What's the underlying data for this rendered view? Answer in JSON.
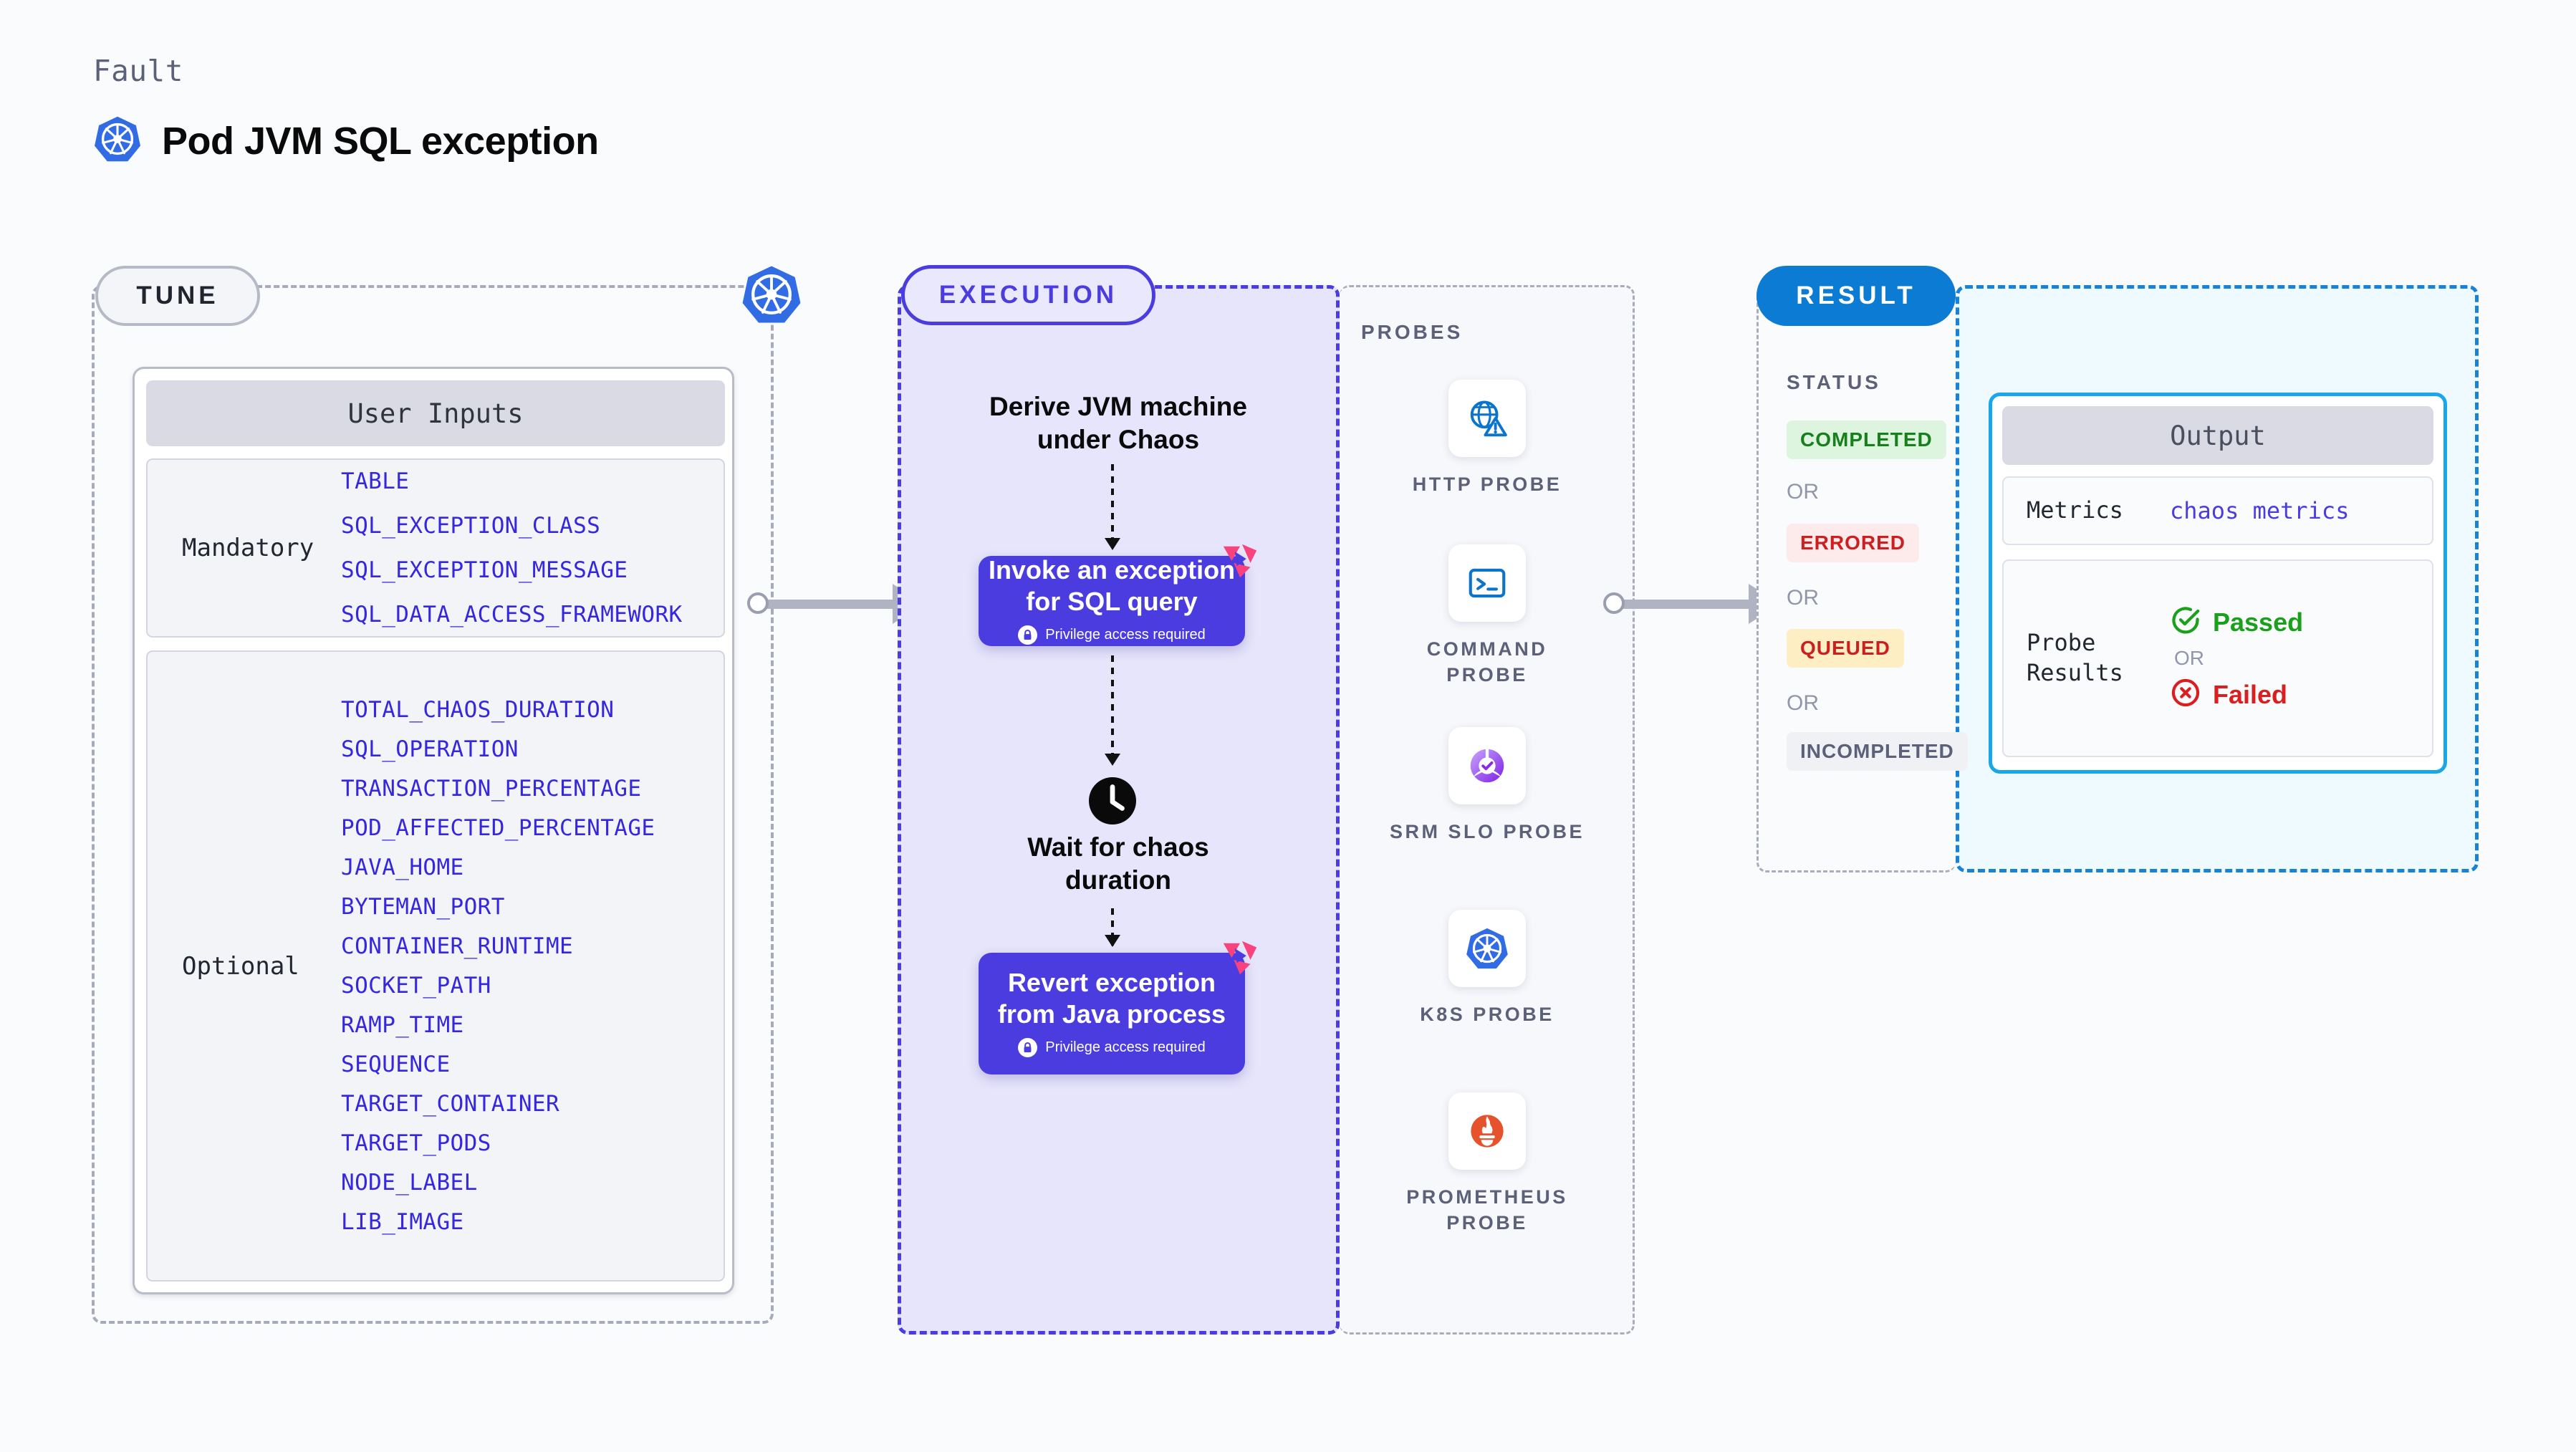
{
  "header": {
    "kind_label": "Fault",
    "title": "Pod JVM SQL exception",
    "icon": "kubernetes-icon"
  },
  "tune": {
    "pill_label": "TUNE",
    "badge_icon": "kubernetes-icon",
    "card_title": "User Inputs",
    "groups": [
      {
        "label": "Mandatory",
        "params": [
          "TABLE",
          "SQL_EXCEPTION_CLASS",
          "SQL_EXCEPTION_MESSAGE",
          "SQL_DATA_ACCESS_FRAMEWORK"
        ]
      },
      {
        "label": "Optional",
        "params": [
          "TOTAL_CHAOS_DURATION",
          "SQL_OPERATION",
          "TRANSACTION_PERCENTAGE",
          "POD_AFFECTED_PERCENTAGE",
          "JAVA_HOME",
          "BYTEMAN_PORT",
          "CONTAINER_RUNTIME",
          "SOCKET_PATH",
          "RAMP_TIME",
          "SEQUENCE",
          "TARGET_CONTAINER",
          "TARGET_PODS",
          "NODE_LABEL",
          "LIB_IMAGE"
        ]
      }
    ]
  },
  "execution": {
    "pill_label": "EXECUTION",
    "step1_text": "Derive JVM machine\nunder Chaos",
    "card1_title": "Invoke an exception\nfor SQL query",
    "card1_note": "Privilege access required",
    "wait_text": "Wait for chaos\nduration",
    "wait_icon": "clock-icon",
    "card2_title": "Revert exception\nfrom Java process",
    "card2_note": "Privilege access required",
    "corner_icon": "litmus-logo-icon",
    "lock_icon": "lock-icon"
  },
  "probes": {
    "section_label": "PROBES",
    "items": [
      {
        "label": "HTTP PROBE",
        "icon": "globe-warning-icon"
      },
      {
        "label": "COMMAND PROBE",
        "icon": "terminal-icon"
      },
      {
        "label": "SRM SLO PROBE",
        "icon": "slo-donut-check-icon"
      },
      {
        "label": "K8S PROBE",
        "icon": "kubernetes-icon"
      },
      {
        "label": "PROMETHEUS PROBE",
        "icon": "prometheus-icon"
      }
    ]
  },
  "result": {
    "pill_label": "RESULT",
    "status_label": "STATUS",
    "or_label": "OR",
    "statuses": [
      {
        "label": "COMPLETED",
        "bg": "#ddf5de",
        "fg": "#17801d"
      },
      {
        "label": "ERRORED",
        "bg": "#fdeaea",
        "fg": "#cc1f1f"
      },
      {
        "label": "QUEUED",
        "bg": "#fdeec3",
        "fg": "#cc1f1f"
      },
      {
        "label": "INCOMPLETED",
        "bg": "#f0f1f5",
        "fg": "#5c6179"
      }
    ],
    "output": {
      "card_title": "Output",
      "metrics_label": "Metrics",
      "metrics_value": "chaos metrics",
      "probe_results_label": "Probe\nResults",
      "passed_label": "Passed",
      "failed_label": "Failed",
      "or_label": "OR",
      "passed_icon": "check-circle-icon",
      "failed_icon": "x-circle-icon"
    }
  },
  "colors": {
    "accent_purple": "#4b3ce0",
    "accent_blue": "#0b7bd4",
    "output_border": "#18a7e8",
    "param_blue": "#3526e0",
    "pink": "#f9437f"
  }
}
